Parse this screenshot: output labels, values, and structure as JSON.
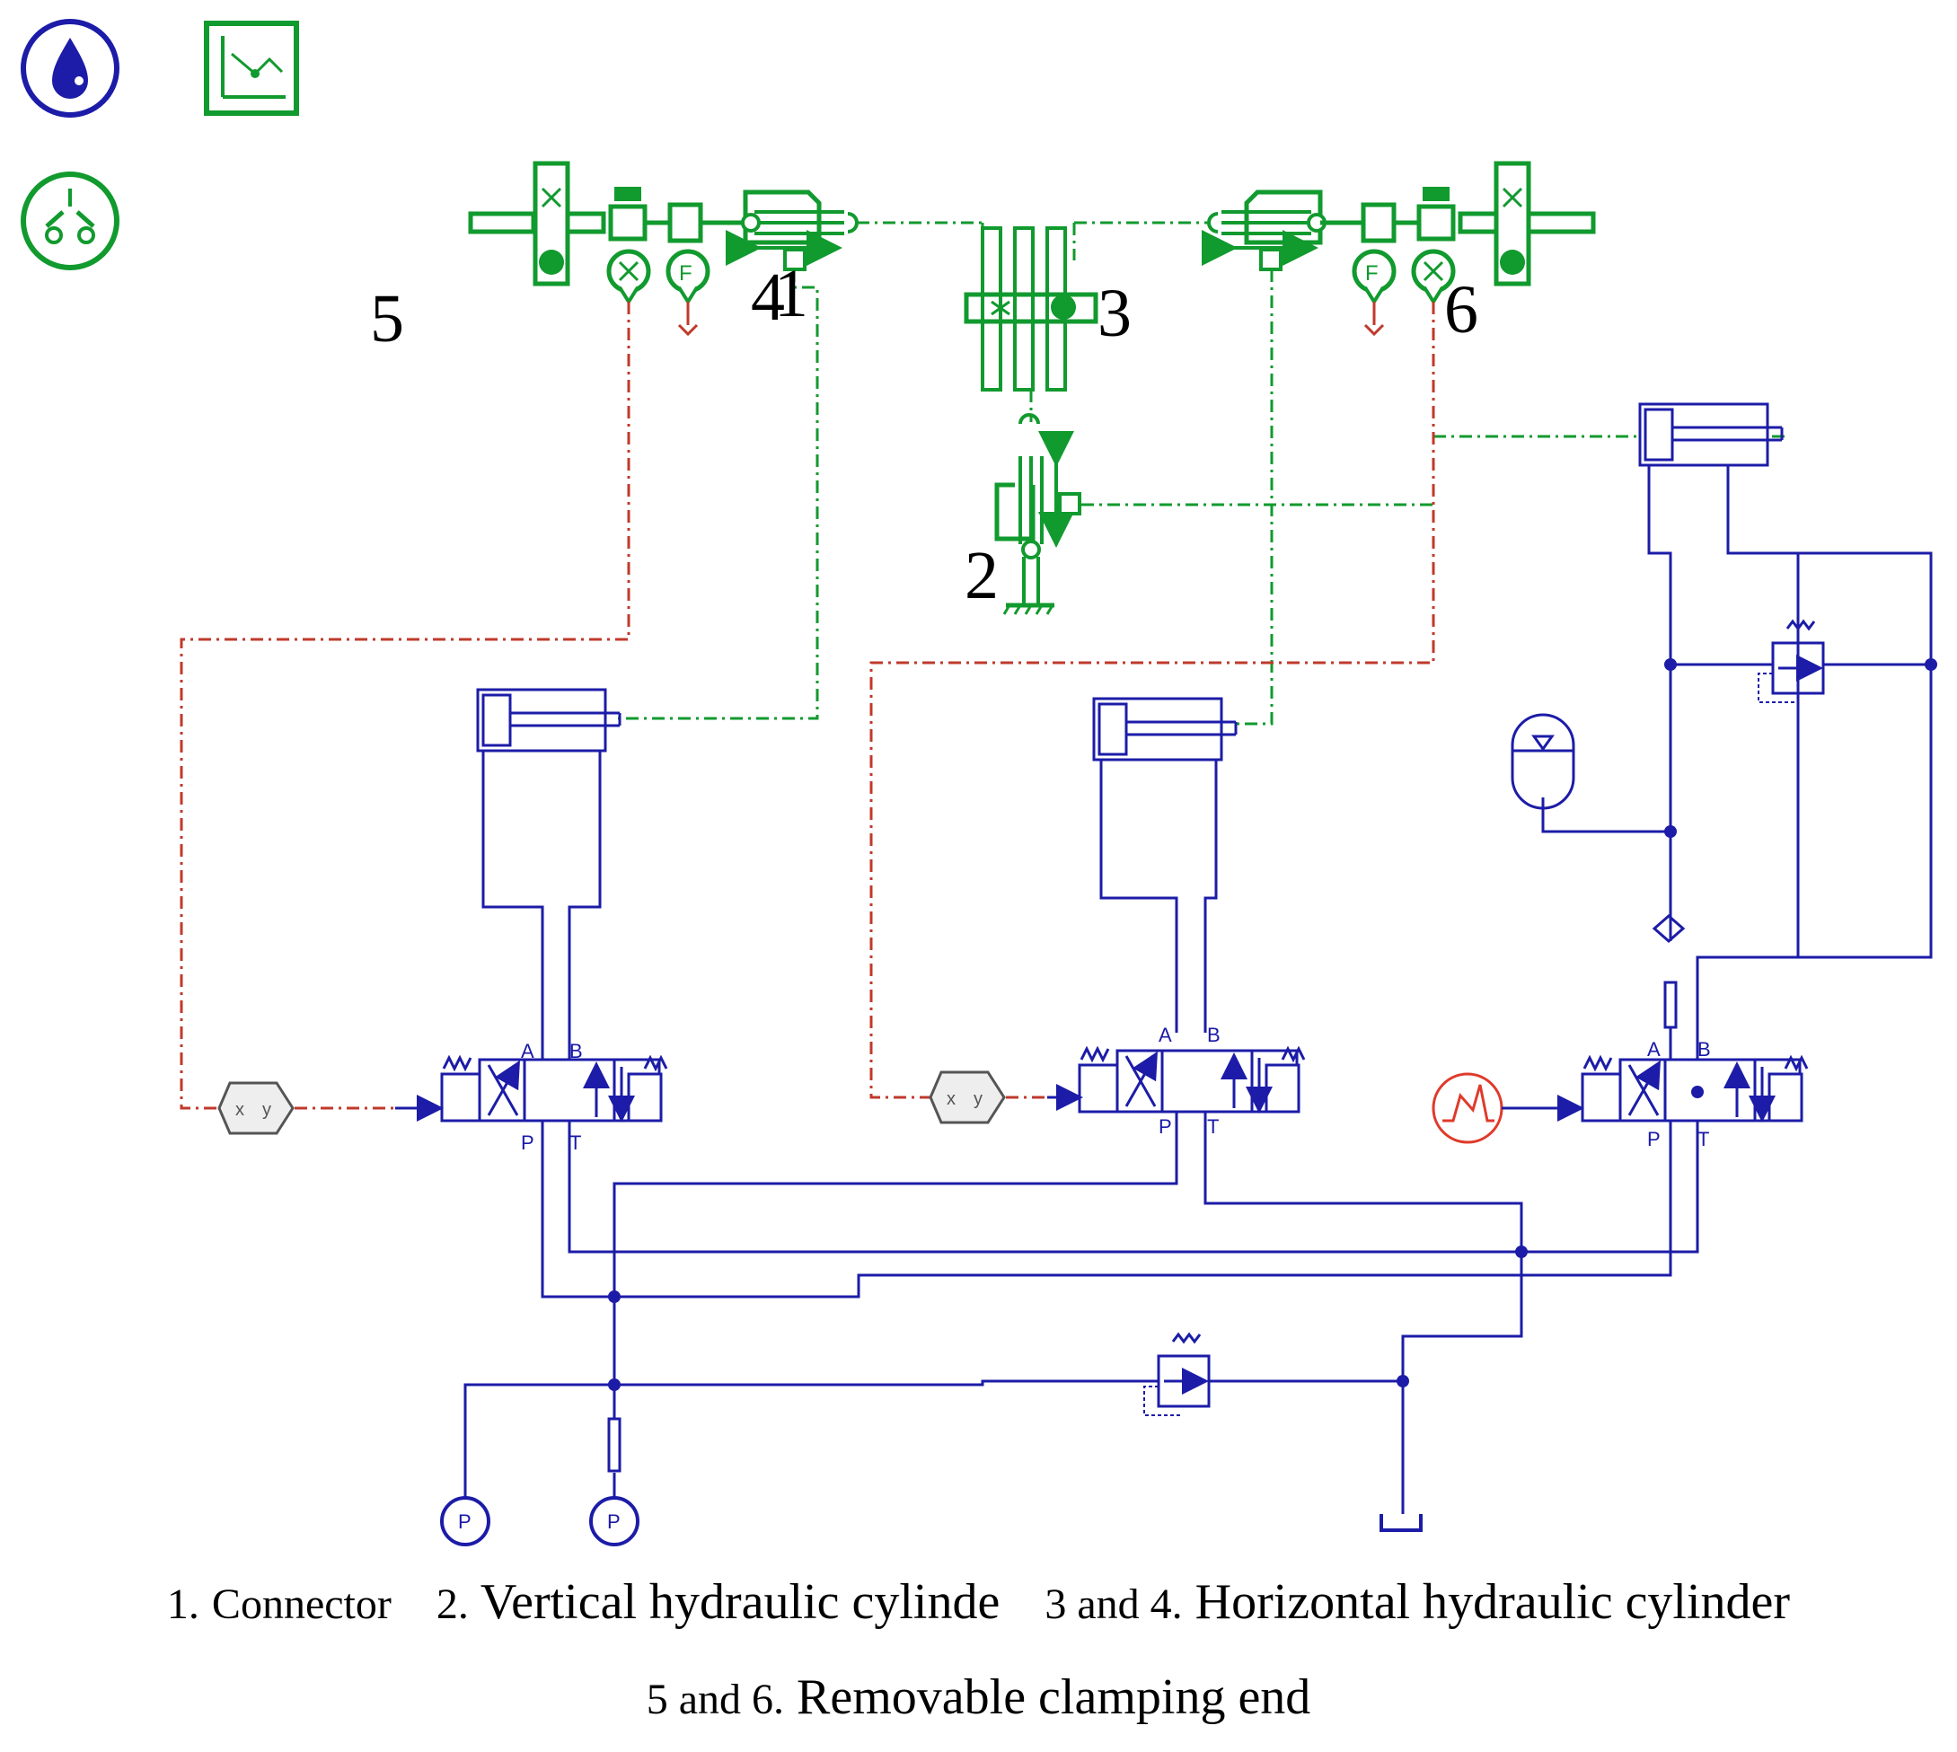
{
  "diagram": {
    "labels": {
      "n1": "1",
      "n2": "2",
      "n3": "3",
      "n4": "4",
      "n5": "5",
      "n6": "6"
    },
    "ports": {
      "a": "A",
      "b": "B",
      "p": "P",
      "t": "T"
    },
    "pump_label": "P",
    "converter_x": "x",
    "converter_y": "y"
  },
  "caption": {
    "line1": {
      "item1_num": "1.",
      "item1_text": "Connector",
      "item2_num": "2.",
      "item2_text": "Vertical hydraulic cylinde",
      "item3_num": "3 and 4.",
      "item3_text": "Horizontal hydraulic cylinder"
    },
    "line2": {
      "item_num": "5 and 6.",
      "item_text": "Removable clamping end"
    }
  },
  "icons": [
    "hydraulic-fluid-icon",
    "plot-icon",
    "planar-mechanics-icon"
  ],
  "colors": {
    "hydraulic": "#1c1ca8",
    "mechanical": "#119a2e",
    "signal": "#c0392b",
    "converter": "#555555"
  }
}
